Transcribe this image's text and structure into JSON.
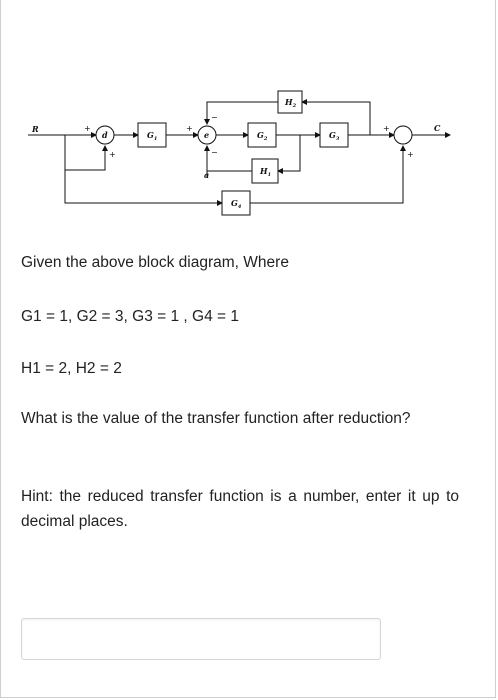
{
  "diagram": {
    "input_label": "R",
    "output_label": "C",
    "junctions": [
      "d",
      "e",
      "a"
    ],
    "blocks": {
      "g1": "G",
      "g1_sub": "1",
      "g2": "G",
      "g2_sub": "2",
      "g3": "G",
      "g3_sub": "3",
      "g4": "G",
      "g4_sub": "4",
      "h1": "H",
      "h1_sub": "1",
      "h2": "H",
      "h2_sub": "2"
    },
    "signs": {
      "plus": "+",
      "minus": "−"
    }
  },
  "question": {
    "intro": "Given the above block diagram, Where",
    "g_values": "G1 = 1, G2 = 3, G3 = 1 , G4 = 1",
    "h_values": "H1 = 2, H2 = 2",
    "prompt": "What is the value of the transfer function after reduction?",
    "hint": "Hint: the reduced transfer function is a number, enter it up to decimal places."
  },
  "answer": {
    "value": ""
  }
}
